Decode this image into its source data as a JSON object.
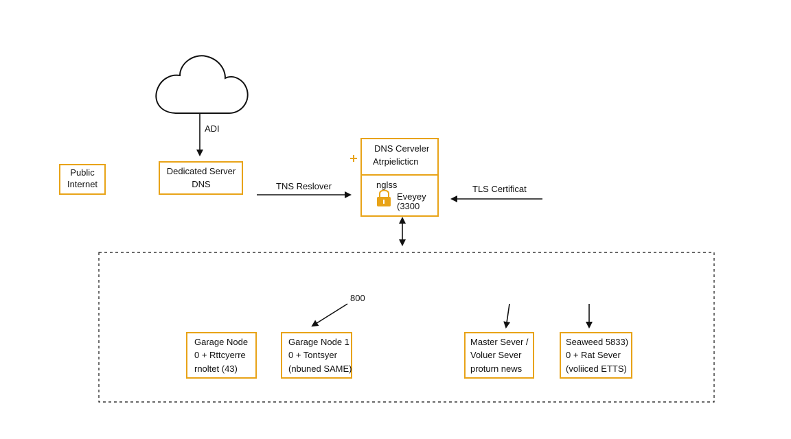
{
  "colors": {
    "accent": "#e8a317",
    "line": "#111111",
    "background": "#ffffff"
  },
  "icons": {
    "cloud": "cloud-icon",
    "lock": "lock-icon",
    "plus": "plus-icon"
  },
  "nodes": {
    "public_internet": {
      "line1": "Public",
      "line2": "Internet"
    },
    "dedicated_server": {
      "line1": "Dedicated Server",
      "line2": "DNS"
    },
    "proxy": {
      "line1": "DNS Cerveler",
      "line2": "Atrpielicticn",
      "line3": "nglss",
      "line4": "Eveyey",
      "line5": "(3300"
    },
    "garage_node_a": {
      "line1": "Garage Node",
      "line2": "0 + Rttcyerre",
      "line3": "rnoltet (43)"
    },
    "garage_node_b": {
      "line1": "Garage Node 1",
      "line2": "0 + Tontsyer",
      "line3": "(nbuned SAME)"
    },
    "master_server": {
      "line1": "Master Sever /",
      "line2": "Voluer Sever",
      "line3": "proturn news"
    },
    "seaweed": {
      "line1": "Seaweed 5833)",
      "line2": "0 + Rat Sever",
      "line3": "(voliiced ETTS)"
    }
  },
  "edge_labels": {
    "adi": "ADI",
    "tns_resolver": "TNS Reslover",
    "tls_certificate": "TLS Certificat",
    "port_800": "800"
  }
}
